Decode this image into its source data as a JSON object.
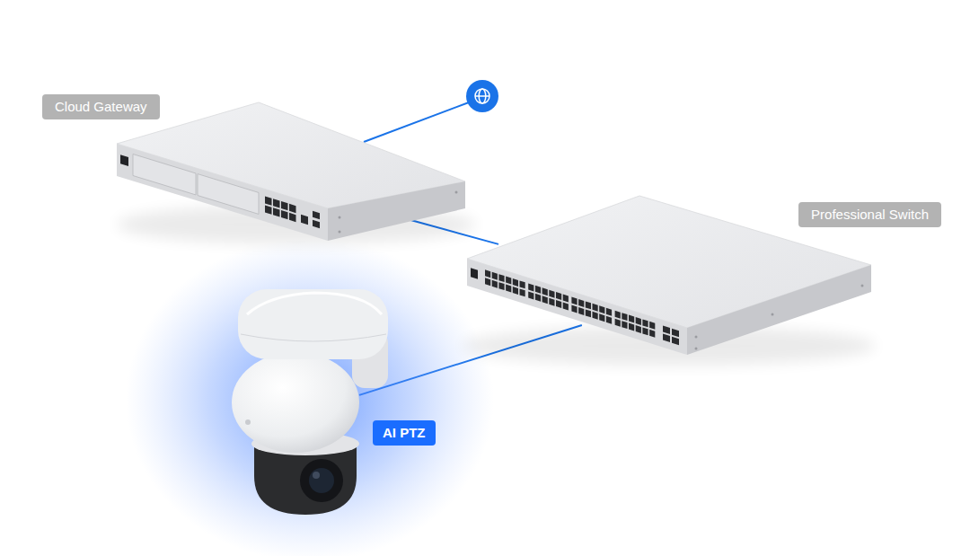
{
  "diagram": {
    "nodes": [
      {
        "text": [
          "Cloud Gateway"
        ]
      },
      {
        "text": [
          "Professional Switch"
        ]
      },
      {
        "text": [
          "AI PTZ"
        ]
      }
    ],
    "edges": [
      {
        "from": 0,
        "to": 1,
        "arrow": "none"
      },
      {
        "from": 1,
        "to": 2,
        "arrow": "none"
      }
    ]
  }
}
